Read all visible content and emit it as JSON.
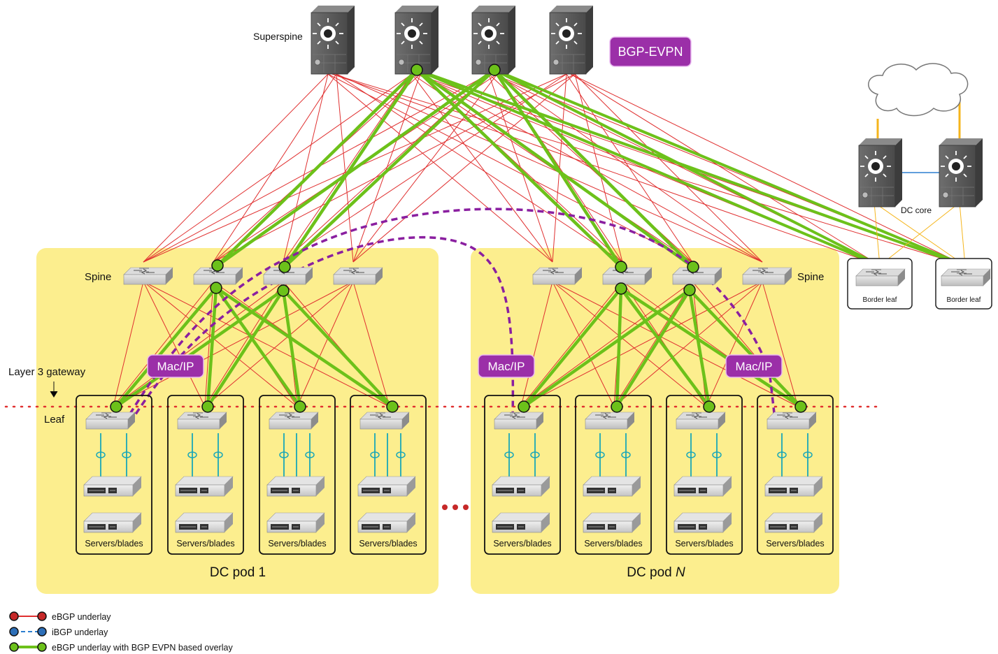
{
  "labels": {
    "superspine": "Superspine",
    "bgp_evpn": "BGP-EVPN",
    "dc_core": "DC core",
    "border_leaf": "Border leaf",
    "spine": "Spine",
    "layer3_gateway": "Layer 3 gateway",
    "leaf": "Leaf",
    "mac_ip": "Mac/IP",
    "servers_blades": "Servers/blades",
    "pod1": "DC pod 1",
    "podN_prefix": "DC pod ",
    "podN_italic": "N"
  },
  "legend": [
    {
      "text": "eBGP underlay",
      "kind": "red"
    },
    {
      "text": "iBGP underlay",
      "kind": "blue"
    },
    {
      "text": "eBGP underlay with BGP EVPN based overlay",
      "kind": "green"
    }
  ],
  "colors": {
    "pod_bg": "#fcee8e",
    "red_link": "#e03030",
    "green_link": "#6cc11a",
    "purple": "#8a1fa0",
    "badge": "#9b2fa8",
    "orange_link": "#f5b51c",
    "teal": "#19a7b8",
    "blue_link": "#2d7fd0"
  }
}
